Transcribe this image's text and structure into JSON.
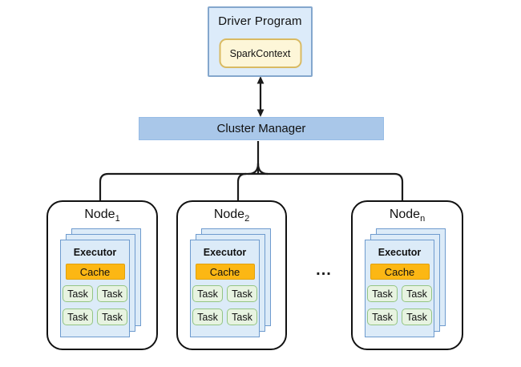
{
  "driver": {
    "label": "Driver Program",
    "spark_context_label": "SparkContext"
  },
  "cluster_manager": {
    "label": "Cluster Manager"
  },
  "ellipsis": "...",
  "nodes": [
    {
      "label": "Node",
      "subscript": "1"
    },
    {
      "label": "Node",
      "subscript": "2"
    },
    {
      "label": "Node",
      "subscript": "n"
    }
  ],
  "executor": {
    "label": "Executor",
    "cache_label": "Cache",
    "tasks": [
      "Task",
      "Task",
      "Task",
      "Task"
    ],
    "stack_layers": 3
  },
  "colors": {
    "driver_fill": "#dcebfa",
    "driver_border": "#84a7cd",
    "spark_context_fill": "#fdf6d8",
    "spark_context_border": "#d9ba62",
    "cluster_manager_fill": "#a9c7e9",
    "cluster_manager_border": "#97bce6",
    "executor_fill": "#dcebf8",
    "executor_border": "#6e9bce",
    "cache_fill": "#fcb714",
    "cache_border": "#e2a10b",
    "task_fill": "#e7f3e1",
    "task_border": "#94c584",
    "node_border": "#111111",
    "connector": "#1a1a1a"
  }
}
